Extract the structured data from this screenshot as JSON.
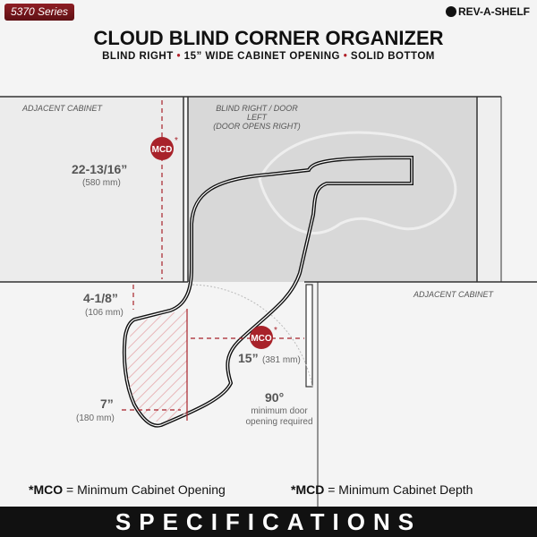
{
  "header": {
    "series": "5370 Series",
    "brand": "REV-A-SHELF",
    "title": "CLOUD BLIND CORNER ORGANIZER",
    "subtitle": [
      "BLIND RIGHT",
      "15” WIDE CABINET OPENING",
      "SOLID BOTTOM"
    ],
    "separator": "•"
  },
  "diagram": {
    "adjacent_left": "ADJACENT CABINET",
    "blind_label_1": "BLIND RIGHT / DOOR LEFT",
    "blind_label_2": "(DOOR OPENS RIGHT)",
    "adjacent_right": "ADJACENT CABINET",
    "mcd_badge": "MCD",
    "mco_badge": "MCO",
    "asterisk": "*",
    "depth": "22-13/16”",
    "depth_mm": "(580 mm)",
    "offset": "4-1/8”",
    "offset_mm": "(106 mm)",
    "width": "7”",
    "width_mm": "(180 mm)",
    "opening": "15”",
    "opening_mm": "(381 mm)",
    "angle": "90°",
    "angle_note_1": "minimum door",
    "angle_note_2": "opening required"
  },
  "footer": {
    "mco_key": "*MCO",
    "mco_def": " = Minimum Cabinet Opening",
    "mcd_key": "*MCD",
    "mcd_def": " = Minimum Cabinet Depth",
    "banner": "SPECIFICATIONS"
  },
  "colors": {
    "accent": "#a8222a",
    "cabinet": "#d8d8d8"
  }
}
